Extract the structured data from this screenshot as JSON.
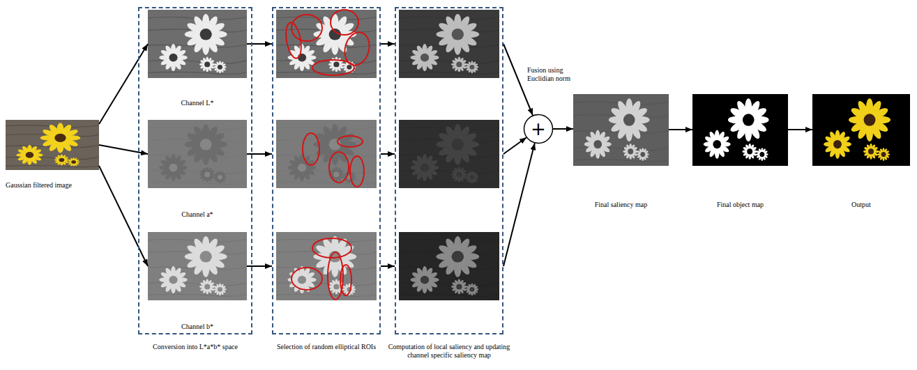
{
  "diagram": {
    "nodes": [
      {
        "text": [
          "Gaussian filtered image"
        ]
      },
      {
        "text": [
          "Conversion into L*a*b* space"
        ]
      },
      {
        "text": [
          "Channel L*"
        ],
        "in": 1
      },
      {
        "text": [
          "Channel a*"
        ],
        "in": 1
      },
      {
        "text": [
          "Channel b*"
        ],
        "in": 1
      },
      {
        "text": [
          "Selection of random elliptical ROIs"
        ]
      },
      {
        "text": [
          "Computation of local saliency and updating channel specific saliency map"
        ]
      },
      {
        "text": [
          "Fusion using Euclidian norm",
          "+"
        ]
      },
      {
        "text": [
          "Final saliency map"
        ]
      },
      {
        "text": [
          "Final object map"
        ]
      },
      {
        "text": [
          "Output"
        ]
      }
    ],
    "edges": [
      {
        "from": 0,
        "to": 2,
        "arrow": "to"
      },
      {
        "from": 0,
        "to": 3,
        "arrow": "to"
      },
      {
        "from": 0,
        "to": 4,
        "arrow": "to"
      },
      {
        "from": 2,
        "to": 5,
        "arrow": "to"
      },
      {
        "from": 3,
        "to": 5,
        "arrow": "to"
      },
      {
        "from": 4,
        "to": 5,
        "arrow": "to"
      },
      {
        "from": 5,
        "to": 6,
        "arrow": "to"
      },
      {
        "from": 6,
        "to": 7,
        "arrow": "to"
      },
      {
        "from": 7,
        "to": 8,
        "arrow": "to"
      },
      {
        "from": 8,
        "to": 9,
        "arrow": "to"
      },
      {
        "from": 9,
        "to": 10,
        "arrow": "to"
      }
    ]
  }
}
